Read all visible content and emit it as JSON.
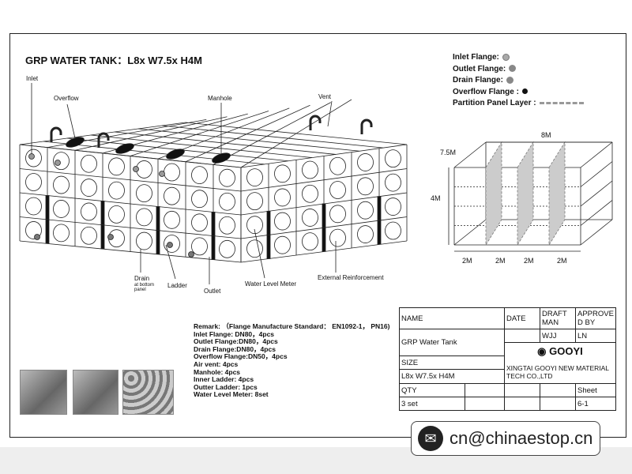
{
  "title": "GRP WATER TANK：L8x W7.5x H4M",
  "legend": [
    {
      "label": "Inlet Flange:",
      "color": "#aaaaaa"
    },
    {
      "label": "Outlet Flange:",
      "color": "#888888"
    },
    {
      "label": "Drain Flange:",
      "color": "#888888"
    },
    {
      "label": "Overflow Flange :",
      "color": "#111111"
    },
    {
      "label": "Partition Panel Layer :",
      "color": "#999999"
    }
  ],
  "labels": {
    "inlet": "Inlet",
    "overflow": "Overflow",
    "manhole": "Manhole",
    "vent": "Vent",
    "drain": "Drain",
    "drain_sub": "at bottom panel",
    "ladder": "Ladder",
    "outlet": "Outlet",
    "meter": "Water Level Meter",
    "reinforcement": "External Reinforcement"
  },
  "dims": {
    "length": "8M",
    "width": "7.5M",
    "height": "4M",
    "sections": [
      "2M",
      "2M",
      "2M",
      "2M"
    ]
  },
  "remark": [
    "Remark: （Flange Manufacture Standard： EN1092-1， PN16)",
    "Inlet Flange: DN80，4pcs",
    "Outlet Flange:DN80，4pcs",
    "Drain Flange:DN80，4pcs",
    "Overflow Flange:DN50，4pcs",
    "Air vent: 4pcs",
    "Manhole: 4pcs",
    "Inner Ladder: 4pcs",
    "Outter Ladder: 1pcs",
    "Water Level Meter: 8set"
  ],
  "titleblock": {
    "name": "NAME",
    "date": "DATE",
    "draftman": "DRAFT MAN",
    "approved": "APPROVE D BY",
    "product": "GRP Water Tank",
    "draft_value": "WJJ",
    "approve_value": "LN",
    "logo": "GOOYI",
    "size": "SIZE",
    "size_value": "L8x W7.5x H4M",
    "company": "XINGTAI GOOYI NEW MATERIAL TECH CO.,LTD",
    "qty": "QTY",
    "qty_value": "3 set",
    "sheet": "Sheet",
    "sheet_value": "6-1"
  },
  "contact": "cn@chinaestop.cn"
}
